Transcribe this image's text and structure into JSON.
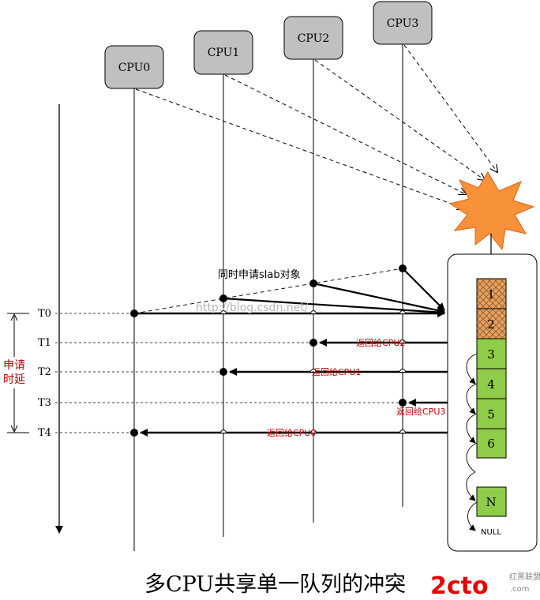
{
  "cpus": [
    {
      "label": "CPU0"
    },
    {
      "label": "CPU1"
    },
    {
      "label": "CPU2"
    },
    {
      "label": "CPU3"
    }
  ],
  "times": [
    {
      "label": "T0"
    },
    {
      "label": "T1"
    },
    {
      "label": "T2"
    },
    {
      "label": "T3"
    },
    {
      "label": "T4"
    }
  ],
  "latency_label": [
    "申请",
    "时延"
  ],
  "request_label": "同时申请slab对象",
  "returns": [
    {
      "label": "返回给CPU2"
    },
    {
      "label": "返回给CPU1"
    },
    {
      "label": "返回给CPU3"
    },
    {
      "label": "返回给CPU0"
    }
  ],
  "queue": {
    "cells": [
      "1",
      "2",
      "3",
      "4",
      "5",
      "6",
      "N"
    ],
    "null_label": "NULL",
    "colors": {
      "taken": "#e8a060",
      "free": "#8ecc4a"
    }
  },
  "watermark": "http://blog.csdn.net/",
  "caption": "多CPU共享单一队列的冲突",
  "logo": {
    "main": "2cto",
    "sub": "红黑联盟",
    "domain": ".com"
  },
  "colors": {
    "accent_red": "#c00000",
    "cpu_box": "#c0c0c0",
    "explosion": "#f7923a"
  }
}
